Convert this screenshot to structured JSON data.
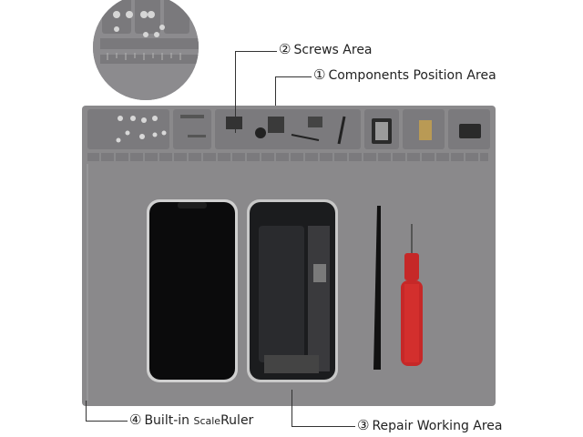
{
  "callouts": {
    "screws": {
      "number": "②",
      "text": "Screws Area"
    },
    "components": {
      "number": "①",
      "text": "Components Position Area"
    },
    "ruler": {
      "number": "④",
      "text_a": "Built-in",
      "text_b": "Scale",
      "text_c": "Ruler"
    },
    "repair": {
      "number": "③",
      "text": "Repair Working Area"
    }
  },
  "colors": {
    "mat": "#8a898b",
    "mat_dark": "#767578",
    "compartment": "#7b7a7d",
    "phone_screen": "#0b0b0c",
    "screwdriver_handle": "#c62828"
  },
  "icons": [
    "magnifier-circle",
    "phone-front",
    "phone-back-open",
    "spudger",
    "screwdriver",
    "screws",
    "components"
  ]
}
